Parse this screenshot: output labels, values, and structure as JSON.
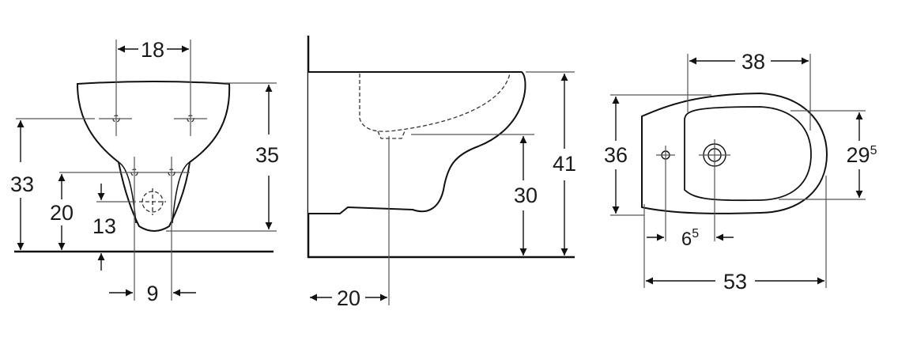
{
  "front_view": {
    "hole_spacing": "18",
    "total_height": "35",
    "upper_holes_height": "33",
    "lower_holes_height": "20",
    "drain_offset": "13",
    "drain_spacing": "9"
  },
  "side_view": {
    "rim_height": "41",
    "outlet_height": "30",
    "outlet_from_wall": "20"
  },
  "top_view": {
    "bowl_length": "38",
    "width": "36",
    "bowl_width": {
      "main": "29",
      "sup": "5"
    },
    "tap_hole_offset": {
      "main": "6",
      "sup": "5"
    },
    "projection": "53"
  }
}
